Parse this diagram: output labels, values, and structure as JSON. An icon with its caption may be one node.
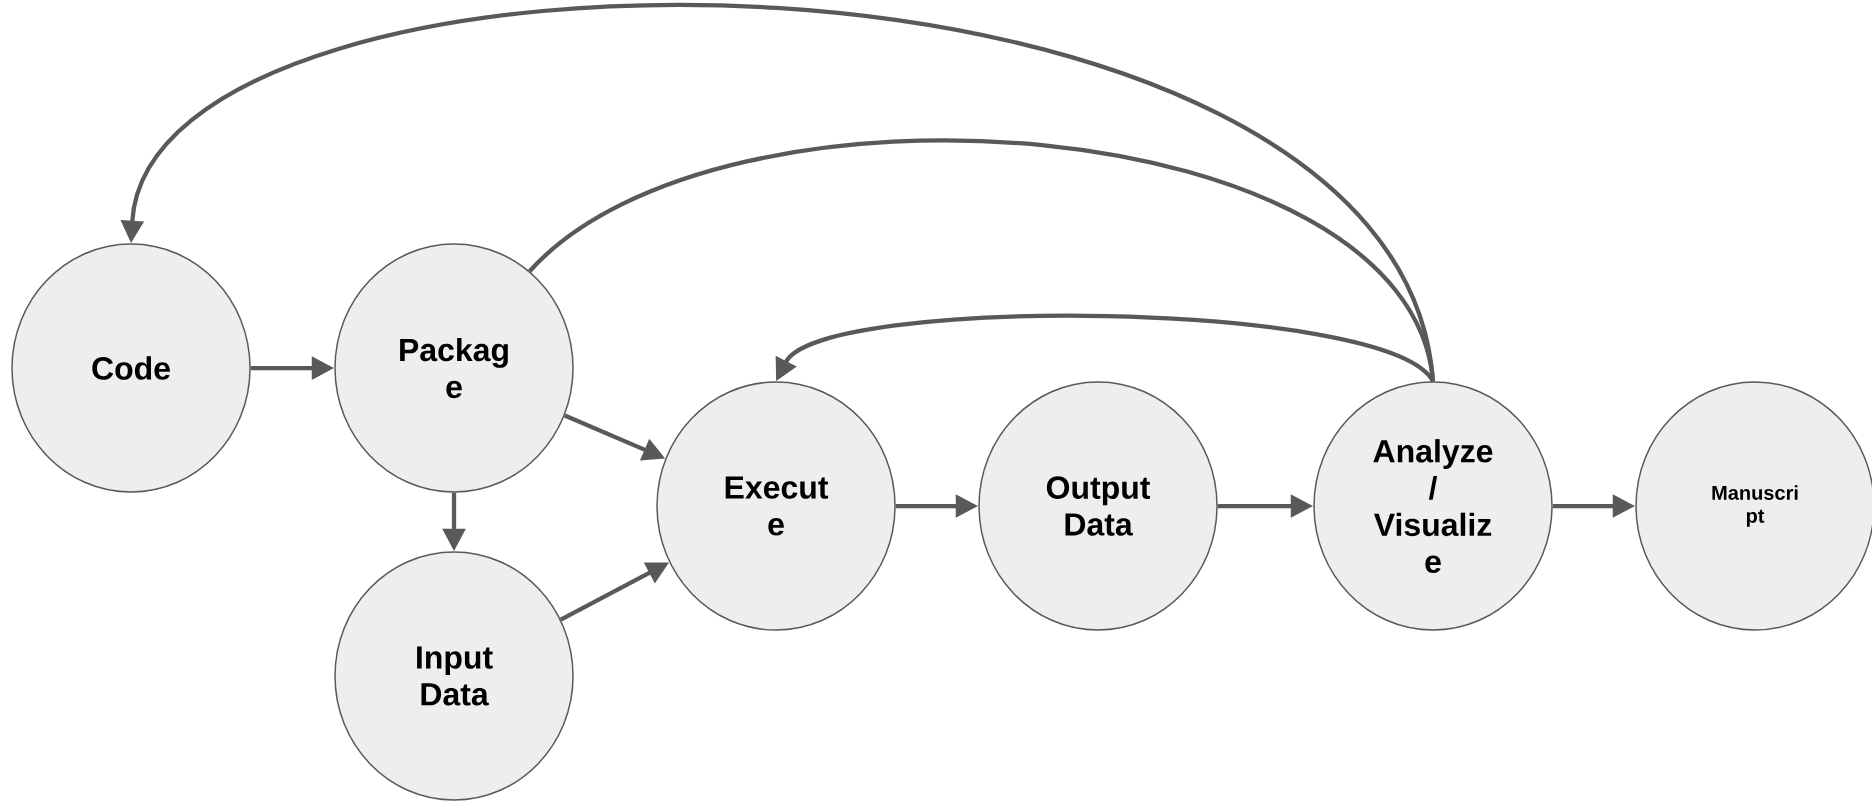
{
  "diagram": {
    "nodes": [
      {
        "text": [
          "Code"
        ]
      },
      {
        "text": [
          "Packag e"
        ]
      },
      {
        "text": [
          "Input Data"
        ]
      },
      {
        "text": [
          "Execut e"
        ]
      },
      {
        "text": [
          "Output Data"
        ]
      },
      {
        "text": [
          "Analyze / Visualiz e"
        ]
      },
      {
        "text": [
          "Manuscri pt"
        ]
      }
    ],
    "edges": [
      {
        "from": 0,
        "to": 1,
        "arrow": "to"
      },
      {
        "from": 1,
        "to": 3,
        "arrow": "to"
      },
      {
        "from": 1,
        "to": 2,
        "arrow": "to"
      },
      {
        "from": 2,
        "to": 3,
        "arrow": "to"
      },
      {
        "from": 3,
        "to": 4,
        "arrow": "to"
      },
      {
        "from": 4,
        "to": 5,
        "arrow": "to"
      },
      {
        "from": 5,
        "to": 6,
        "arrow": "to"
      },
      {
        "from": 5,
        "to": 0,
        "arrow": "to"
      },
      {
        "from": 1,
        "to": 5,
        "arrow": "none"
      },
      {
        "from": 5,
        "to": 3,
        "arrow": "to"
      }
    ]
  }
}
